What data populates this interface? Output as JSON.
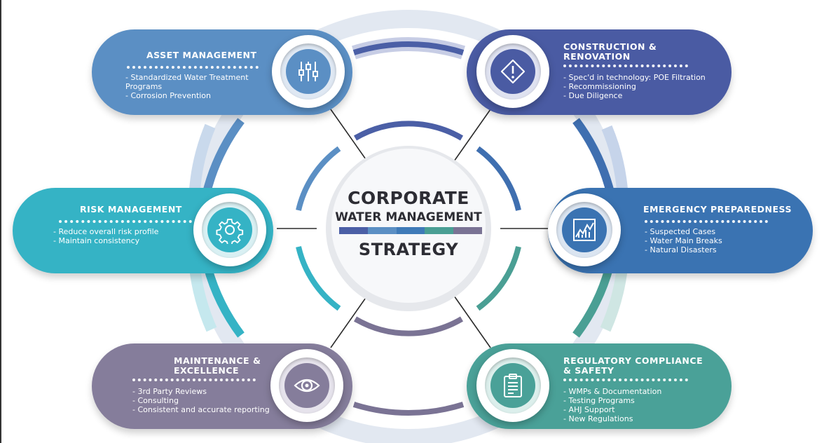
{
  "center": {
    "line1": "CORPORATE",
    "line2": "WATER MANAGEMENT",
    "line3": "STRATEGY",
    "bar_colors": [
      "#4b5fa6",
      "#5b8fc4",
      "#3f7bb8",
      "#4a9f94",
      "#7a7394"
    ]
  },
  "cards": {
    "asset": {
      "title": "ASSET MANAGEMENT",
      "items": [
        "Standardized Water Treatment Programs",
        "Corrosion Prevention"
      ],
      "icon": "sliders-icon",
      "color": "#5b8fc4"
    },
    "construction": {
      "title_line1": "CONSTRUCTION &",
      "title_line2": "RENOVATION",
      "items": [
        "Spec'd in technology: POE Filtration",
        "Recommissioning",
        "Due Diligence"
      ],
      "icon": "warning-diamond-icon",
      "color": "#4a5ba3"
    },
    "risk": {
      "title": "RISK MANAGEMENT",
      "items": [
        "Reduce overall risk profile",
        "Maintain consistency"
      ],
      "icon": "gear-icon",
      "color": "#35b3c5"
    },
    "emergency": {
      "title": "EMERGENCY PREPAREDNESS",
      "items": [
        "Suspected Cases",
        "Water Main Breaks",
        "Natural Disasters"
      ],
      "icon": "chart-icon",
      "color": "#3a73b2"
    },
    "maintenance": {
      "title_line1": "MAINTENANCE &",
      "title_line2": "EXCELLENCE",
      "items": [
        "3rd Party Reviews",
        "Consulting",
        "Consistent and accurate reporting"
      ],
      "icon": "eye-icon",
      "color": "#857d9b"
    },
    "regulatory": {
      "title_line1": "REGULATORY COMPLIANCE",
      "title_line2": "& SAFETY",
      "items": [
        "WMPs & Documentation",
        "Testing Programs",
        "AHJ Support",
        "New Regulations"
      ],
      "icon": "clipboard-icon",
      "color": "#4aa198"
    }
  }
}
